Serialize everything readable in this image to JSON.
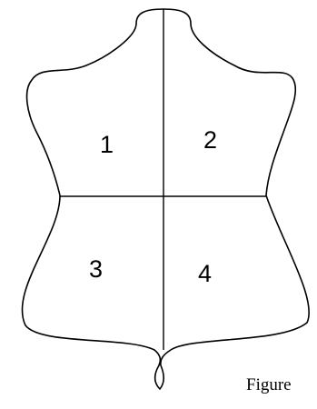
{
  "quadrants": [
    {
      "label": "1"
    },
    {
      "label": "2"
    },
    {
      "label": "3"
    },
    {
      "label": "4"
    }
  ],
  "caption": "Figure"
}
